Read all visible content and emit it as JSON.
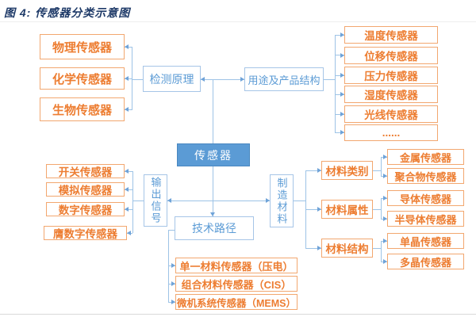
{
  "title": "图 4: 传感器分类示意图",
  "colors": {
    "title_text": "#1E3A68",
    "orange_text": "#ED7D31",
    "orange_border": "#F2A76F",
    "blue_text": "#5B9BD5",
    "blue_border": "#A6C5E7",
    "root_fill": "#5B9BD5",
    "root_text": "#ffffff",
    "connector_line": "#9DC3E6",
    "arrowhead": "#6FA3D8"
  },
  "diagram": {
    "center": "传感器",
    "principle": {
      "label": "检测原理",
      "children": [
        "物理传感器",
        "化学传感器",
        "生物传感器"
      ]
    },
    "usage": {
      "label": "用途及产品结构",
      "children": [
        "温度传感器",
        "位移传感器",
        "压力传感器",
        "湿度传感器",
        "光线传感器",
        "......"
      ]
    },
    "output": {
      "label": "输出信号",
      "children": [
        "开关传感器",
        "模拟传感器",
        "数字传感器",
        "膺数字传感器"
      ]
    },
    "tech": {
      "label": "技术路径",
      "children": [
        "单一材料传感器（压电）",
        "组合材料传感器（CIS）",
        "微机系统传感器（MEMS）"
      ]
    },
    "material": {
      "label": "制造材料",
      "groups": [
        {
          "label": "材料类别",
          "children": [
            "金属传感器",
            "聚合物传感器"
          ]
        },
        {
          "label": "材料属性",
          "children": [
            "导体传感器",
            "半导体传感器"
          ]
        },
        {
          "label": "材料结构",
          "children": [
            "单晶传感器",
            "多晶传感器"
          ]
        }
      ]
    }
  }
}
